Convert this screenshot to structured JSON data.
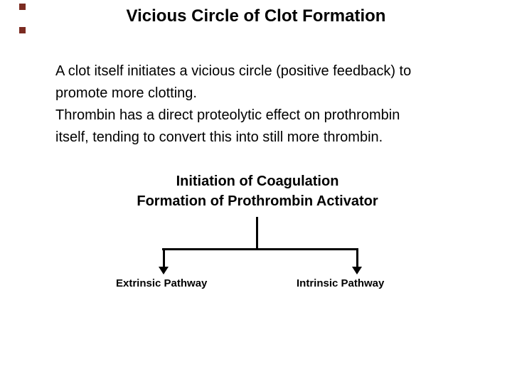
{
  "colors": {
    "background": "#ffffff",
    "text": "#000000",
    "accent_square": "#7b2b21"
  },
  "slide": {
    "title": "Vicious Circle of Clot Formation",
    "body_lines": [
      "A clot itself initiates a vicious circle (positive feedback) to",
      "promote more clotting.",
      "Thrombin has a direct proteolytic effect on prothrombin",
      "itself, tending to convert this into still more thrombin."
    ]
  },
  "diagram": {
    "heading_line1": "Initiation of Coagulation",
    "heading_line2": "Formation of Prothrombin Activator",
    "left_label": "Extrinsic Pathway",
    "right_label": "Intrinsic Pathway"
  }
}
